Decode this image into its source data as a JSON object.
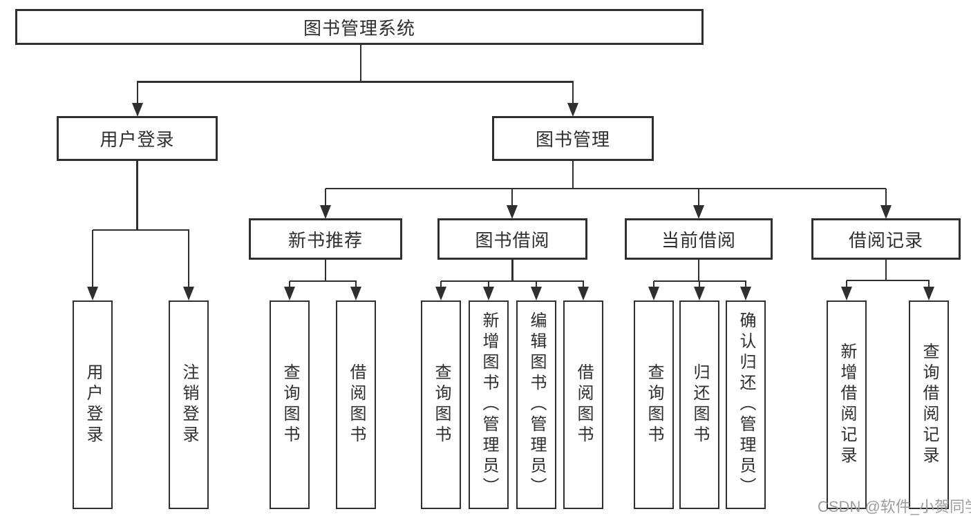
{
  "diagram": {
    "root": {
      "label": "图书管理系统"
    },
    "level2": [
      {
        "label": "用户登录"
      },
      {
        "label": "图书管理"
      }
    ],
    "level3": [
      {
        "label": "新书推荐",
        "parent": "图书管理"
      },
      {
        "label": "图书借阅",
        "parent": "图书管理"
      },
      {
        "label": "当前借阅",
        "parent": "图书管理"
      },
      {
        "label": "借阅记录",
        "parent": "图书管理"
      }
    ],
    "leaves": [
      {
        "label": "用户登录",
        "parent": "用户登录"
      },
      {
        "label": "注销登录",
        "parent": "用户登录"
      },
      {
        "label": "查询图书",
        "parent": "新书推荐"
      },
      {
        "label": "借阅图书",
        "parent": "新书推荐"
      },
      {
        "label": "查询图书",
        "parent": "图书借阅"
      },
      {
        "label": "新增图书（管理员）",
        "parent": "图书借阅"
      },
      {
        "label": "编辑图书（管理员）",
        "parent": "图书借阅"
      },
      {
        "label": "借阅图书",
        "parent": "图书借阅"
      },
      {
        "label": "查询图书",
        "parent": "当前借阅"
      },
      {
        "label": "归还图书",
        "parent": "当前借阅"
      },
      {
        "label": "确认归还（管理员）",
        "parent": "当前借阅"
      },
      {
        "label": "新增借阅记录",
        "parent": "借阅记录"
      },
      {
        "label": "查询借阅记录",
        "parent": "借阅记录"
      }
    ]
  },
  "watermark": {
    "text": "CSDN @软件_小贺同学"
  },
  "colors": {
    "line": "#2f2f2f",
    "text": "#2e2e2e",
    "background": "#ffffff",
    "watermark": "#9c9c9c"
  }
}
